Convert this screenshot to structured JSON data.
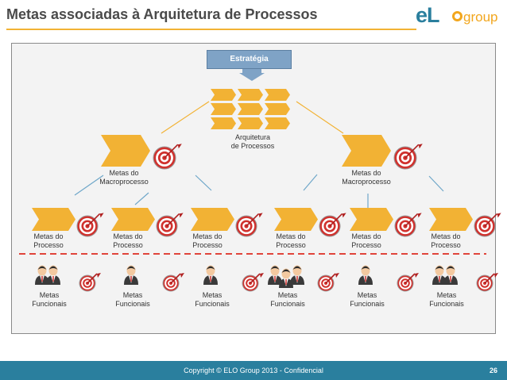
{
  "header": {
    "title": "Metas associadas à Arquitetura de Processos"
  },
  "logo": {
    "elo": "eLO",
    "group": "group"
  },
  "diagram": {
    "strategy_label": "Estratégia",
    "architecture_label": "Arquitetura\nde Processos",
    "macro": [
      {
        "label": "Metas do\nMacroprocesso"
      },
      {
        "label": "Metas do\nMacroprocesso"
      }
    ],
    "processes": [
      {
        "label": "Metas do\nProcesso"
      },
      {
        "label": "Metas do\nProcesso"
      },
      {
        "label": "Metas do\nProcesso"
      },
      {
        "label": "Metas do\nProcesso"
      },
      {
        "label": "Metas do\nProcesso"
      },
      {
        "label": "Metas do\nProcesso"
      }
    ],
    "functional": [
      {
        "label": "Metas\nFuncionais",
        "people": 2
      },
      {
        "label": "Metas\nFuncionais",
        "people": 1
      },
      {
        "label": "Metas\nFuncionais",
        "people": 1
      },
      {
        "label": "Metas\nFuncionais",
        "people": 3
      },
      {
        "label": "Metas\nFuncionais",
        "people": 1
      },
      {
        "label": "Metas\nFuncionais",
        "people": 2
      }
    ],
    "colors": {
      "chevron": "#f2b234",
      "target_red": "#d0312d",
      "dashed_line": "#e0443a",
      "connector": "#f2b234",
      "strategy": "#7fa3c6"
    }
  },
  "footer": {
    "copyright": "Copyright © ELO Group 2013 - Confidencial",
    "page_number": "26"
  }
}
